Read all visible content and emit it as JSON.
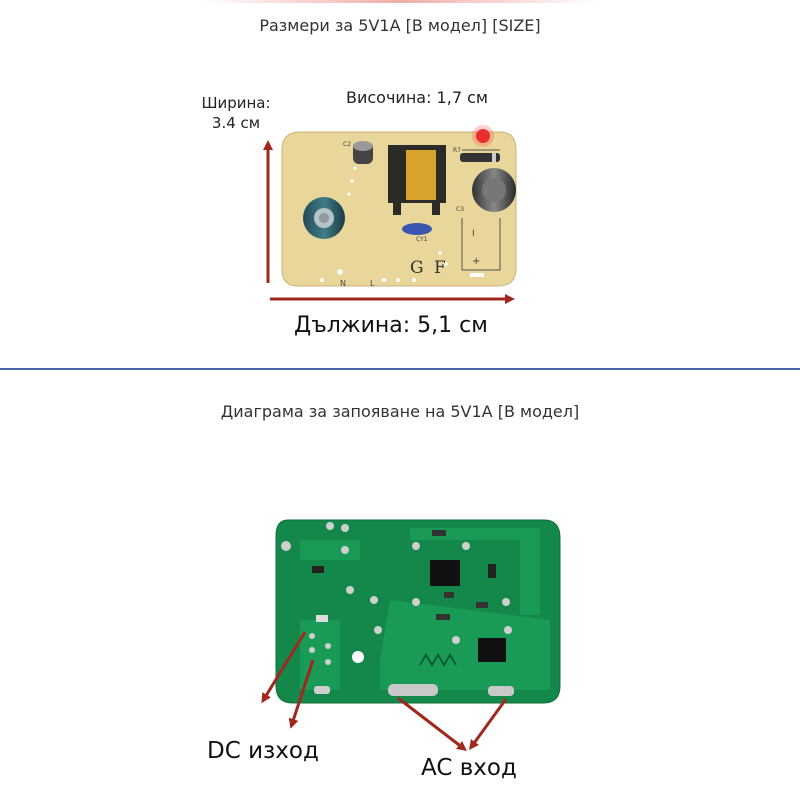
{
  "section1": {
    "title": "Размери за 5V1A [B модел] [SIZE]",
    "width_label_line1": "Ширина:",
    "width_label_line2": "3.4 см",
    "height_label": "Височина: 1,7 см",
    "length_label": "Дължина: 5,1 см"
  },
  "section2": {
    "title": "Диаграма за запояване на 5V1A [B модел]",
    "dc_output_label": "DC изход",
    "ac_input_label": "AC вход"
  },
  "colors": {
    "arrow": "#a0281e",
    "pcb_beige": "#e8d69a",
    "pcb_green": "#13884a",
    "divider": "#4a66a8"
  }
}
